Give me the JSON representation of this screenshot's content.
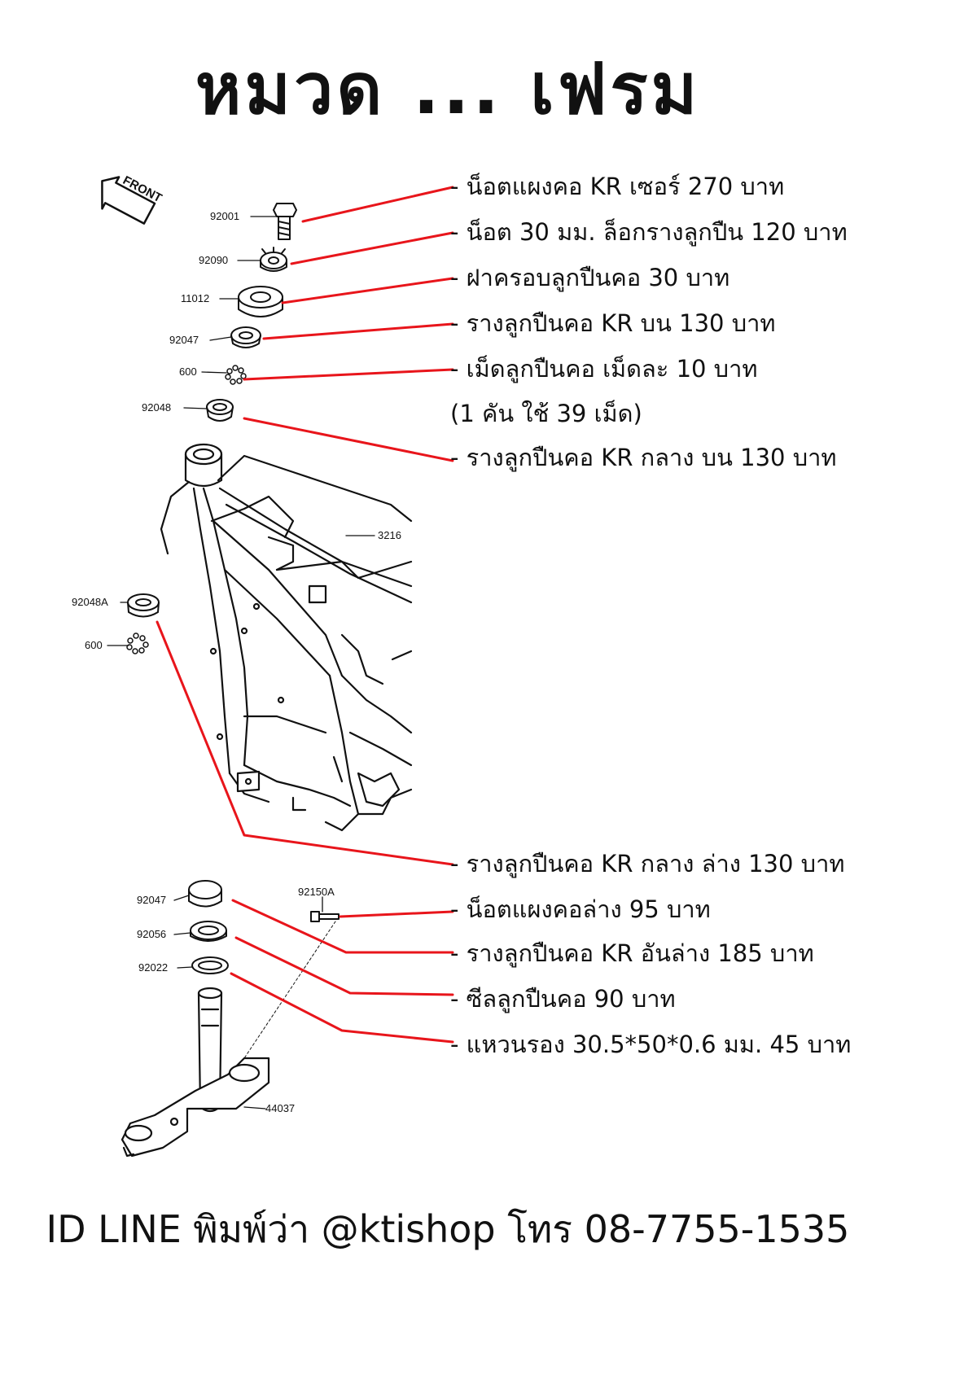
{
  "page_title": "หมวด ... เฟรม",
  "front_badge": "FRONT",
  "part_numbers": {
    "p92001": "92001",
    "p92090": "92090",
    "p11012": "11012",
    "p92047_top": "92047",
    "p600_top": "600",
    "p92048": "92048",
    "p3216": "3216",
    "p92048A": "92048A",
    "p600_mid": "600",
    "p92047_bot": "92047",
    "p92056": "92056",
    "p92022": "92022",
    "p92150A": "92150A",
    "p44037": "44037"
  },
  "callouts": [
    "- น็อตแผงคอ KR เซอร์ 270 บาท",
    "- น็อต 30 มม. ล็อกรางลูกปืน 120 บาท",
    "- ฝาครอบลูกปืนคอ 30 บาท",
    "- รางลูกปืนคอ KR บน 130 บาท",
    "- เม็ดลูกปืนคอ เม็ดละ 10 บาท",
    "(1 คัน ใช้ 39 เม็ด)",
    "- รางลูกปืนคอ KR กลาง บน 130 บาท",
    "- รางลูกปืนคอ KR กลาง ล่าง 130 บาท",
    "- น็อตแผงคอล่าง 95 บาท",
    "- รางลูกปืนคอ KR อันล่าง 185 บาท",
    "- ซีลลูกปืนคอ 90 บาท",
    "- แหวนรอง 30.5*50*0.6 มม. 45 บาท"
  ],
  "footer": "ID LINE พิมพ์ว่า @ktishop โทร 08-7755-1535",
  "colors": {
    "leader_line": "#e8151b",
    "ink": "#111111"
  }
}
